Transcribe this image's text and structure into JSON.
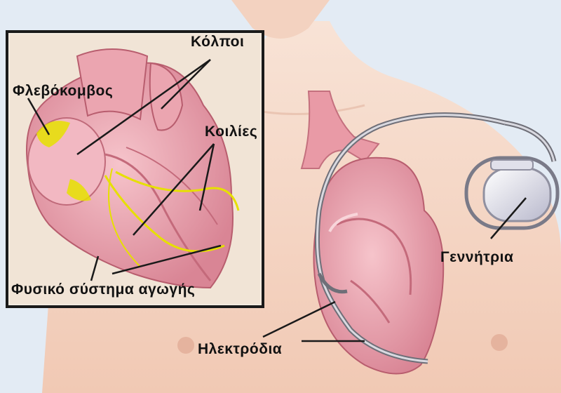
{
  "labels": {
    "atria": "Κόλποι",
    "sinus_node": "Φλεβόκομβος",
    "ventricles": "Κοιλίες",
    "conduction_system": "Φυσικό σύστημα αγωγής",
    "generator": "Γεννήτρια",
    "electrodes": "Ηλεκτρόδια"
  },
  "colors": {
    "background": "#e9f0f6",
    "skin": "#f6d7c4",
    "heart": "#ecaab4",
    "conduction": "#e6e000",
    "lead": "#8c8c92",
    "device": "#d8d8e6"
  }
}
